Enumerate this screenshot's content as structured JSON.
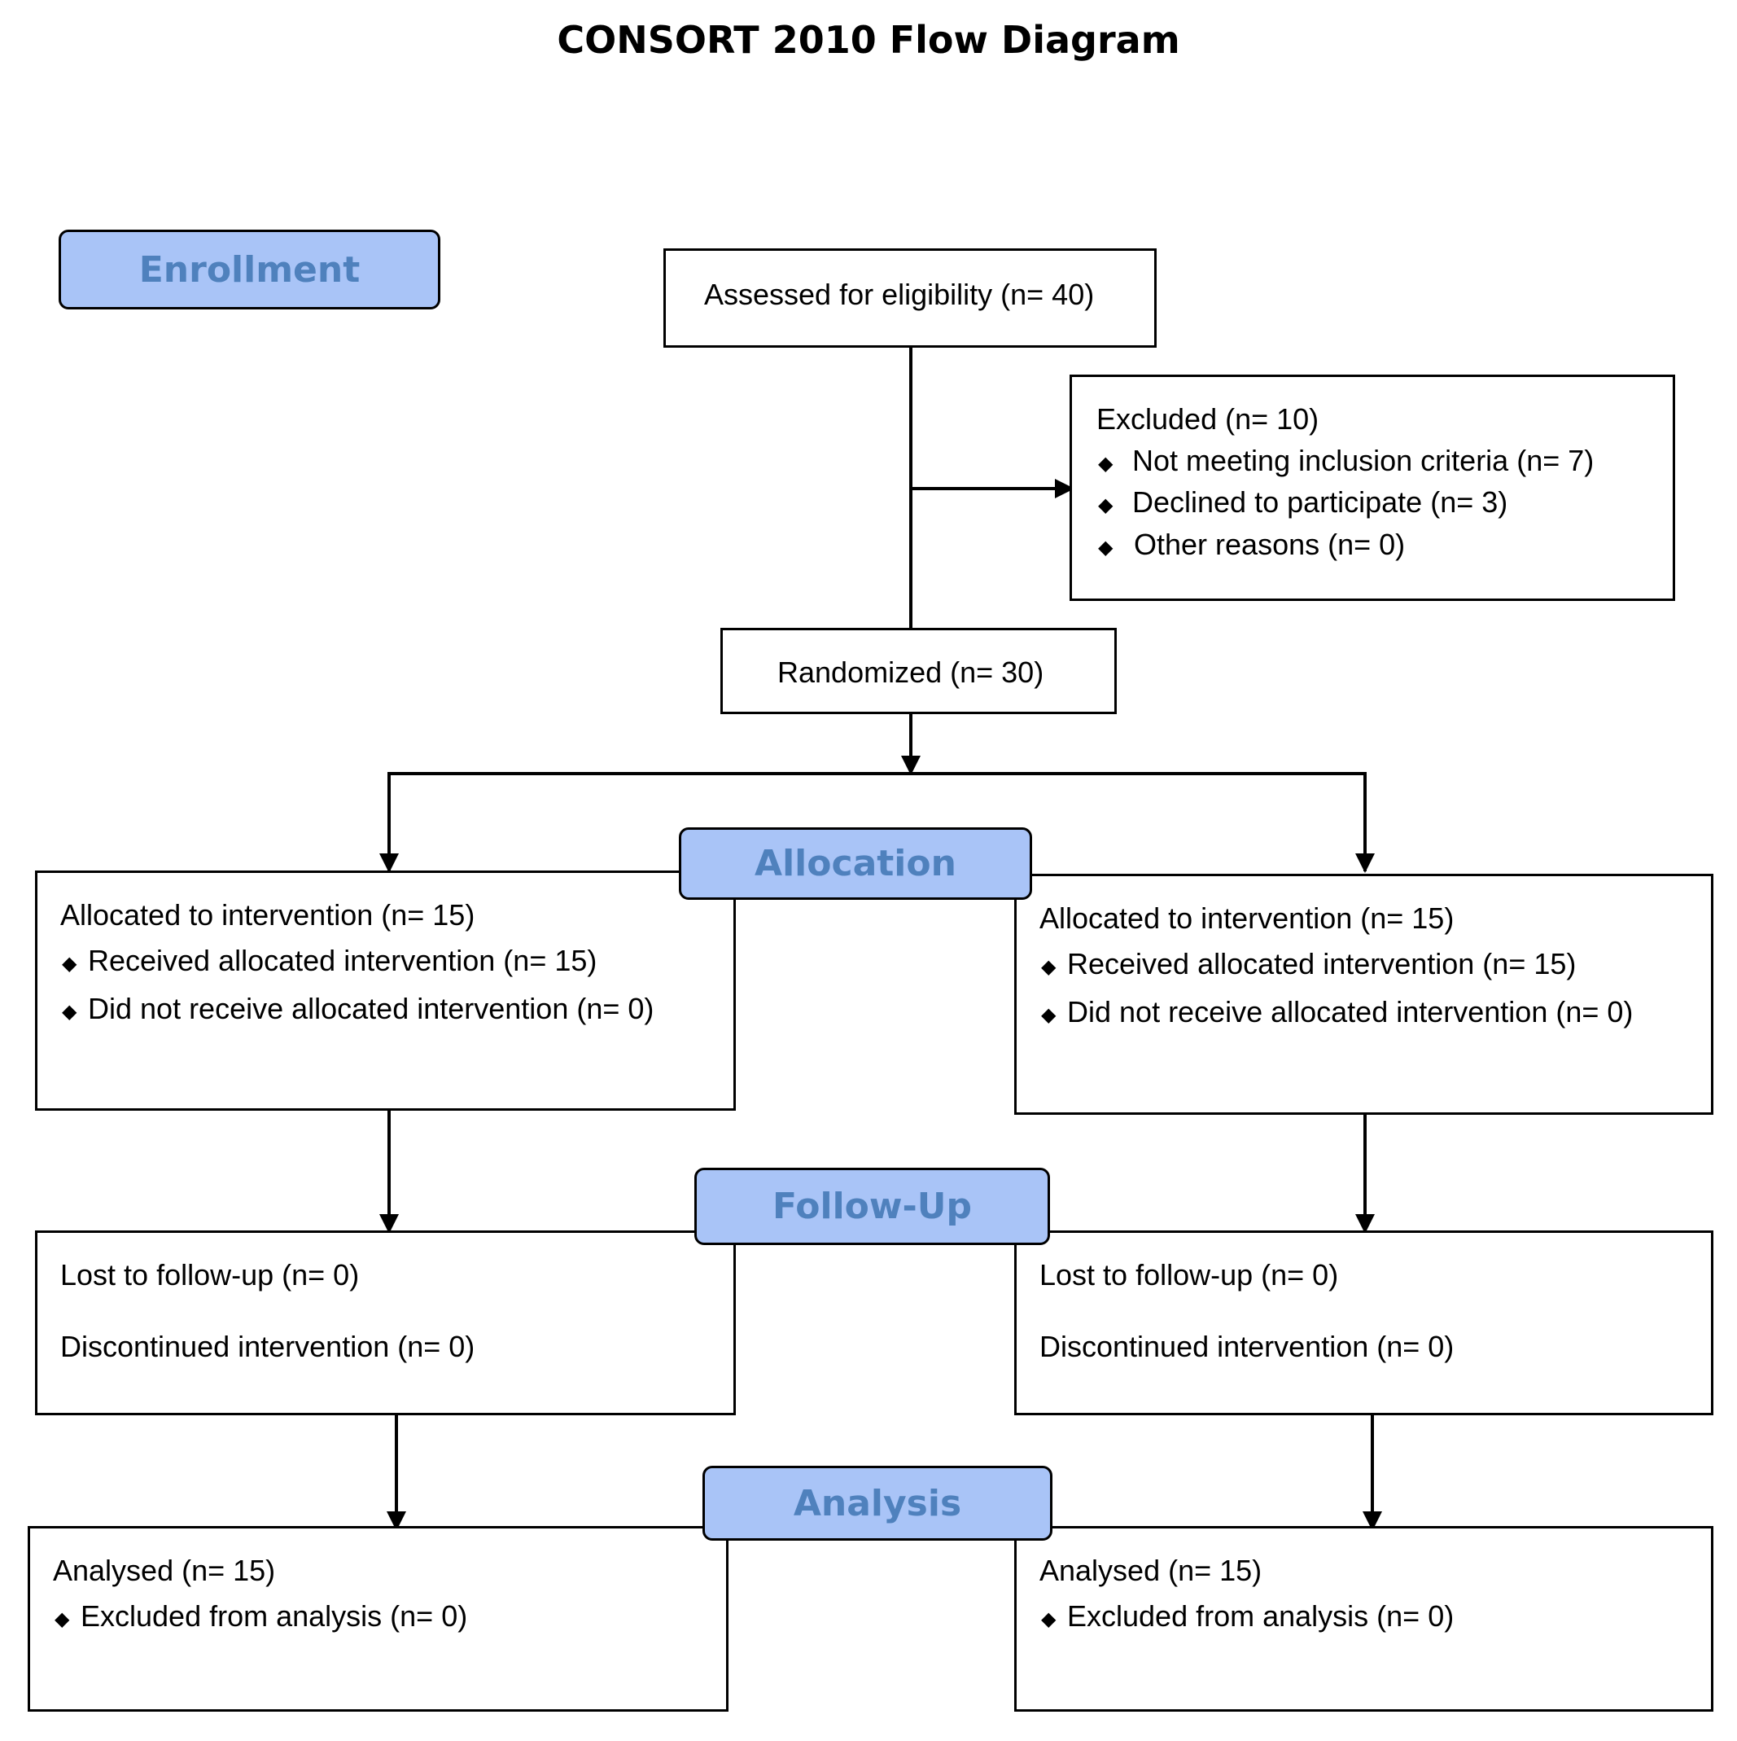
{
  "title": "CONSORT 2010 Flow Diagram",
  "stages": {
    "enrollment": "Enrollment",
    "allocation": "Allocation",
    "follow_up": "Follow-Up",
    "analysis": "Analysis"
  },
  "assessed": "Assessed for eligibility (n= 40)",
  "excluded": {
    "header": "Excluded (n= 10)",
    "items": [
      "Not meeting inclusion criteria (n= 7)",
      "Declined to participate (n= 3)",
      "Other reasons (n= 0)"
    ]
  },
  "randomized": "Randomized (n= 30)",
  "allocation": {
    "left": {
      "header": "Allocated to intervention (n= 15)",
      "items": [
        "Received allocated intervention (n= 15)",
        "Did not receive allocated intervention (n= 0)"
      ]
    },
    "right": {
      "header": "Allocated to intervention (n= 15)",
      "items": [
        "Received allocated intervention (n= 15)",
        "Did not receive allocated intervention (n= 0)"
      ]
    }
  },
  "follow_up": {
    "left": {
      "lost": "Lost to follow-up (n= 0)",
      "discontinued": "Discontinued intervention (n= 0)"
    },
    "right": {
      "lost": "Lost to follow-up (n= 0)",
      "discontinued": "Discontinued intervention (n= 0)"
    }
  },
  "analysis": {
    "left": {
      "header": "Analysed (n= 15)",
      "items": [
        "Excluded from analysis (n= 0)"
      ]
    },
    "right": {
      "header": "Analysed (n= 15)",
      "items": [
        "Excluded from analysis (n= 0)"
      ]
    }
  },
  "bullet_glyph": "◆"
}
